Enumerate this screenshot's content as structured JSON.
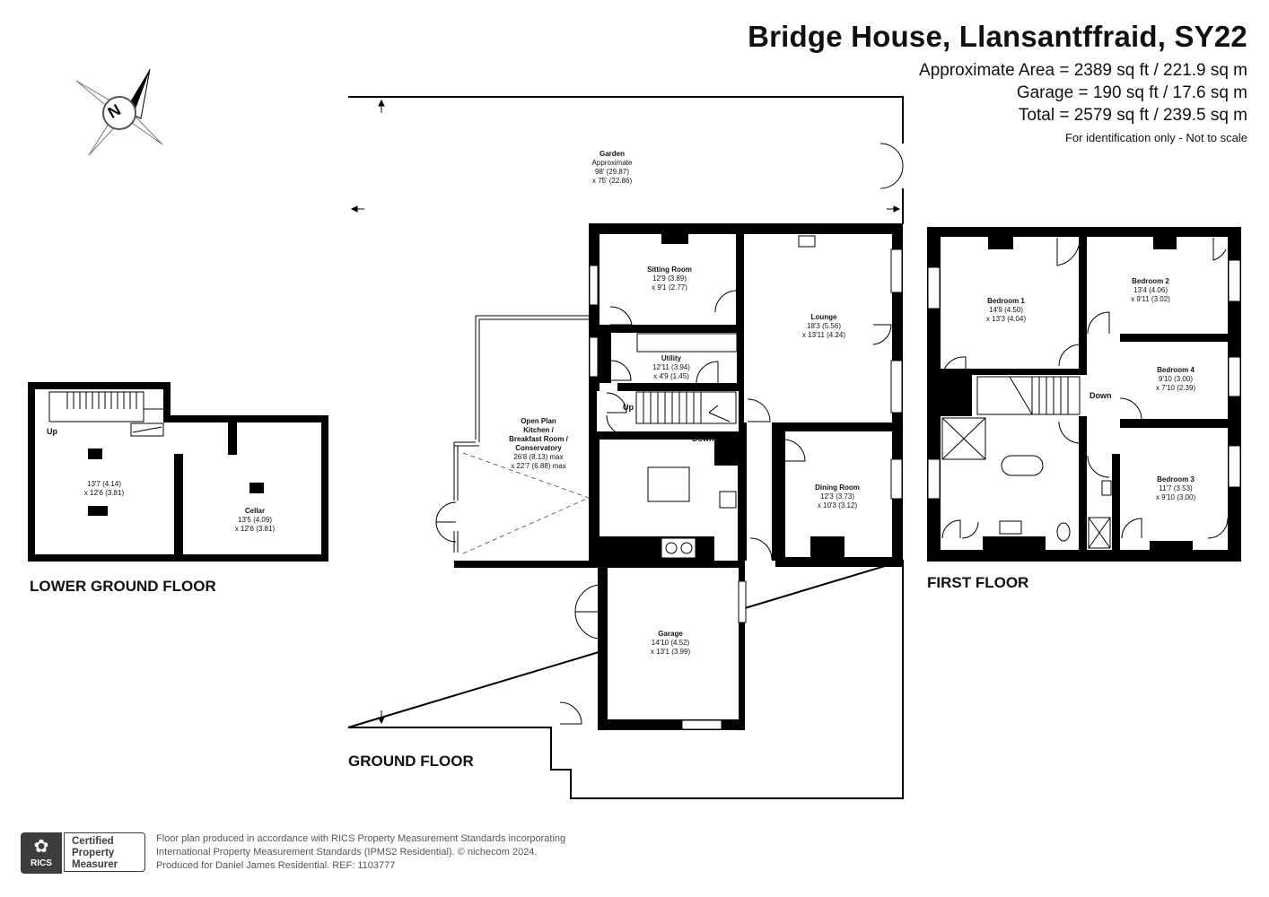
{
  "header": {
    "title": "Bridge House, Llansantffraid, SY22",
    "area_approx": "Approximate Area = 2389 sq ft / 221.9 sq m",
    "area_garage": "Garage = 190 sq ft / 17.6 sq m",
    "area_total": "Total = 2579 sq ft / 239.5 sq m",
    "note": "For identification only - Not to scale"
  },
  "compass": {
    "icon": "north-arrow-icon",
    "label": "N"
  },
  "floors": {
    "lower": "LOWER GROUND FLOOR",
    "ground": "GROUND FLOOR",
    "first": "FIRST FLOOR"
  },
  "rooms": {
    "garden": {
      "name": "Garden",
      "l2": "Approximate",
      "l3": "98' (29.87)",
      "l4": "x 75' (22.86)"
    },
    "lg_room": {
      "l1": "13'7 (4.14)",
      "l2": "x 12'6 (3.81)"
    },
    "cellar": {
      "name": "Cellar",
      "l1": "13'5 (4.09)",
      "l2": "x 12'6 (3.81)"
    },
    "sitting": {
      "name": "Sitting Room",
      "l1": "12'9 (3.89)",
      "l2": "x 9'1 (2.77)"
    },
    "lounge": {
      "name": "Lounge",
      "l1": "18'3 (5.56)",
      "l2": "x 13'11 (4.24)"
    },
    "utility": {
      "name": "Utility",
      "l1": "12'11 (3.94)",
      "l2": "x 4'9 (1.45)"
    },
    "kitchen": {
      "name1": "Open Plan",
      "name2": "Kitchen /",
      "name3": "Breakfast Room /",
      "name4": "Conservatory",
      "l1": "26'8 (8.13) max",
      "l2": "x 22'7 (6.88) max"
    },
    "dining": {
      "name": "Dining Room",
      "l1": "12'3 (3.73)",
      "l2": "x 10'3 (3.12)"
    },
    "garage": {
      "name": "Garage",
      "l1": "14'10 (4.52)",
      "l2": "x 13'1 (3.99)"
    },
    "bed1": {
      "name": "Bedroom 1",
      "l1": "14'9 (4.50)",
      "l2": "x 13'3 (4.04)"
    },
    "bed2": {
      "name": "Bedroom 2",
      "l1": "13'4 (4.06)",
      "l2": "x 9'11 (3.02)"
    },
    "bed3": {
      "name": "Bedroom 3",
      "l1": "11'7 (3.53)",
      "l2": "x 9'10 (3.00)"
    },
    "bed4": {
      "name": "Bedroom 4",
      "l1": "9'10 (3.00)",
      "l2": "x 7'10 (2.39)"
    }
  },
  "labels": {
    "up": "Up",
    "down": "Down"
  },
  "footer": {
    "line1": "Floor plan produced in accordance with RICS Property Measurement Standards incorporating",
    "line2": "International Property Measurement Standards (IPMS2 Residential).   © nichecom 2024.",
    "line3": "Produced for Daniel James Residential.   REF:  1103777"
  },
  "badge": {
    "mark": "RICS",
    "line1": "Certified",
    "line2": "Property",
    "line3": "Measurer"
  },
  "colors": {
    "wall": "#000000",
    "window": "#ffffff",
    "text": "#111111"
  }
}
